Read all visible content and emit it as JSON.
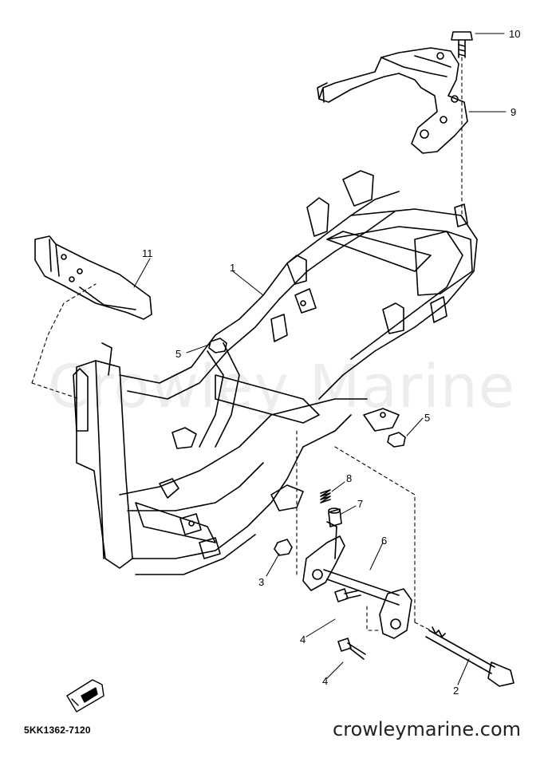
{
  "watermark": "Crowley Marine",
  "footer": {
    "part_code": "5KK1362-7120",
    "site": "crowleymarine.com"
  },
  "callouts": [
    {
      "id": "c10",
      "label": "10"
    },
    {
      "id": "c9",
      "label": "9"
    },
    {
      "id": "c11",
      "label": "11"
    },
    {
      "id": "c1",
      "label": "1"
    },
    {
      "id": "c5a",
      "label": "5"
    },
    {
      "id": "c5b",
      "label": "5"
    },
    {
      "id": "c8",
      "label": "8"
    },
    {
      "id": "c7",
      "label": "7"
    },
    {
      "id": "c6",
      "label": "6"
    },
    {
      "id": "c3",
      "label": "3"
    },
    {
      "id": "c4a",
      "label": "4"
    },
    {
      "id": "c4b",
      "label": "4"
    },
    {
      "id": "c2",
      "label": "2"
    }
  ]
}
